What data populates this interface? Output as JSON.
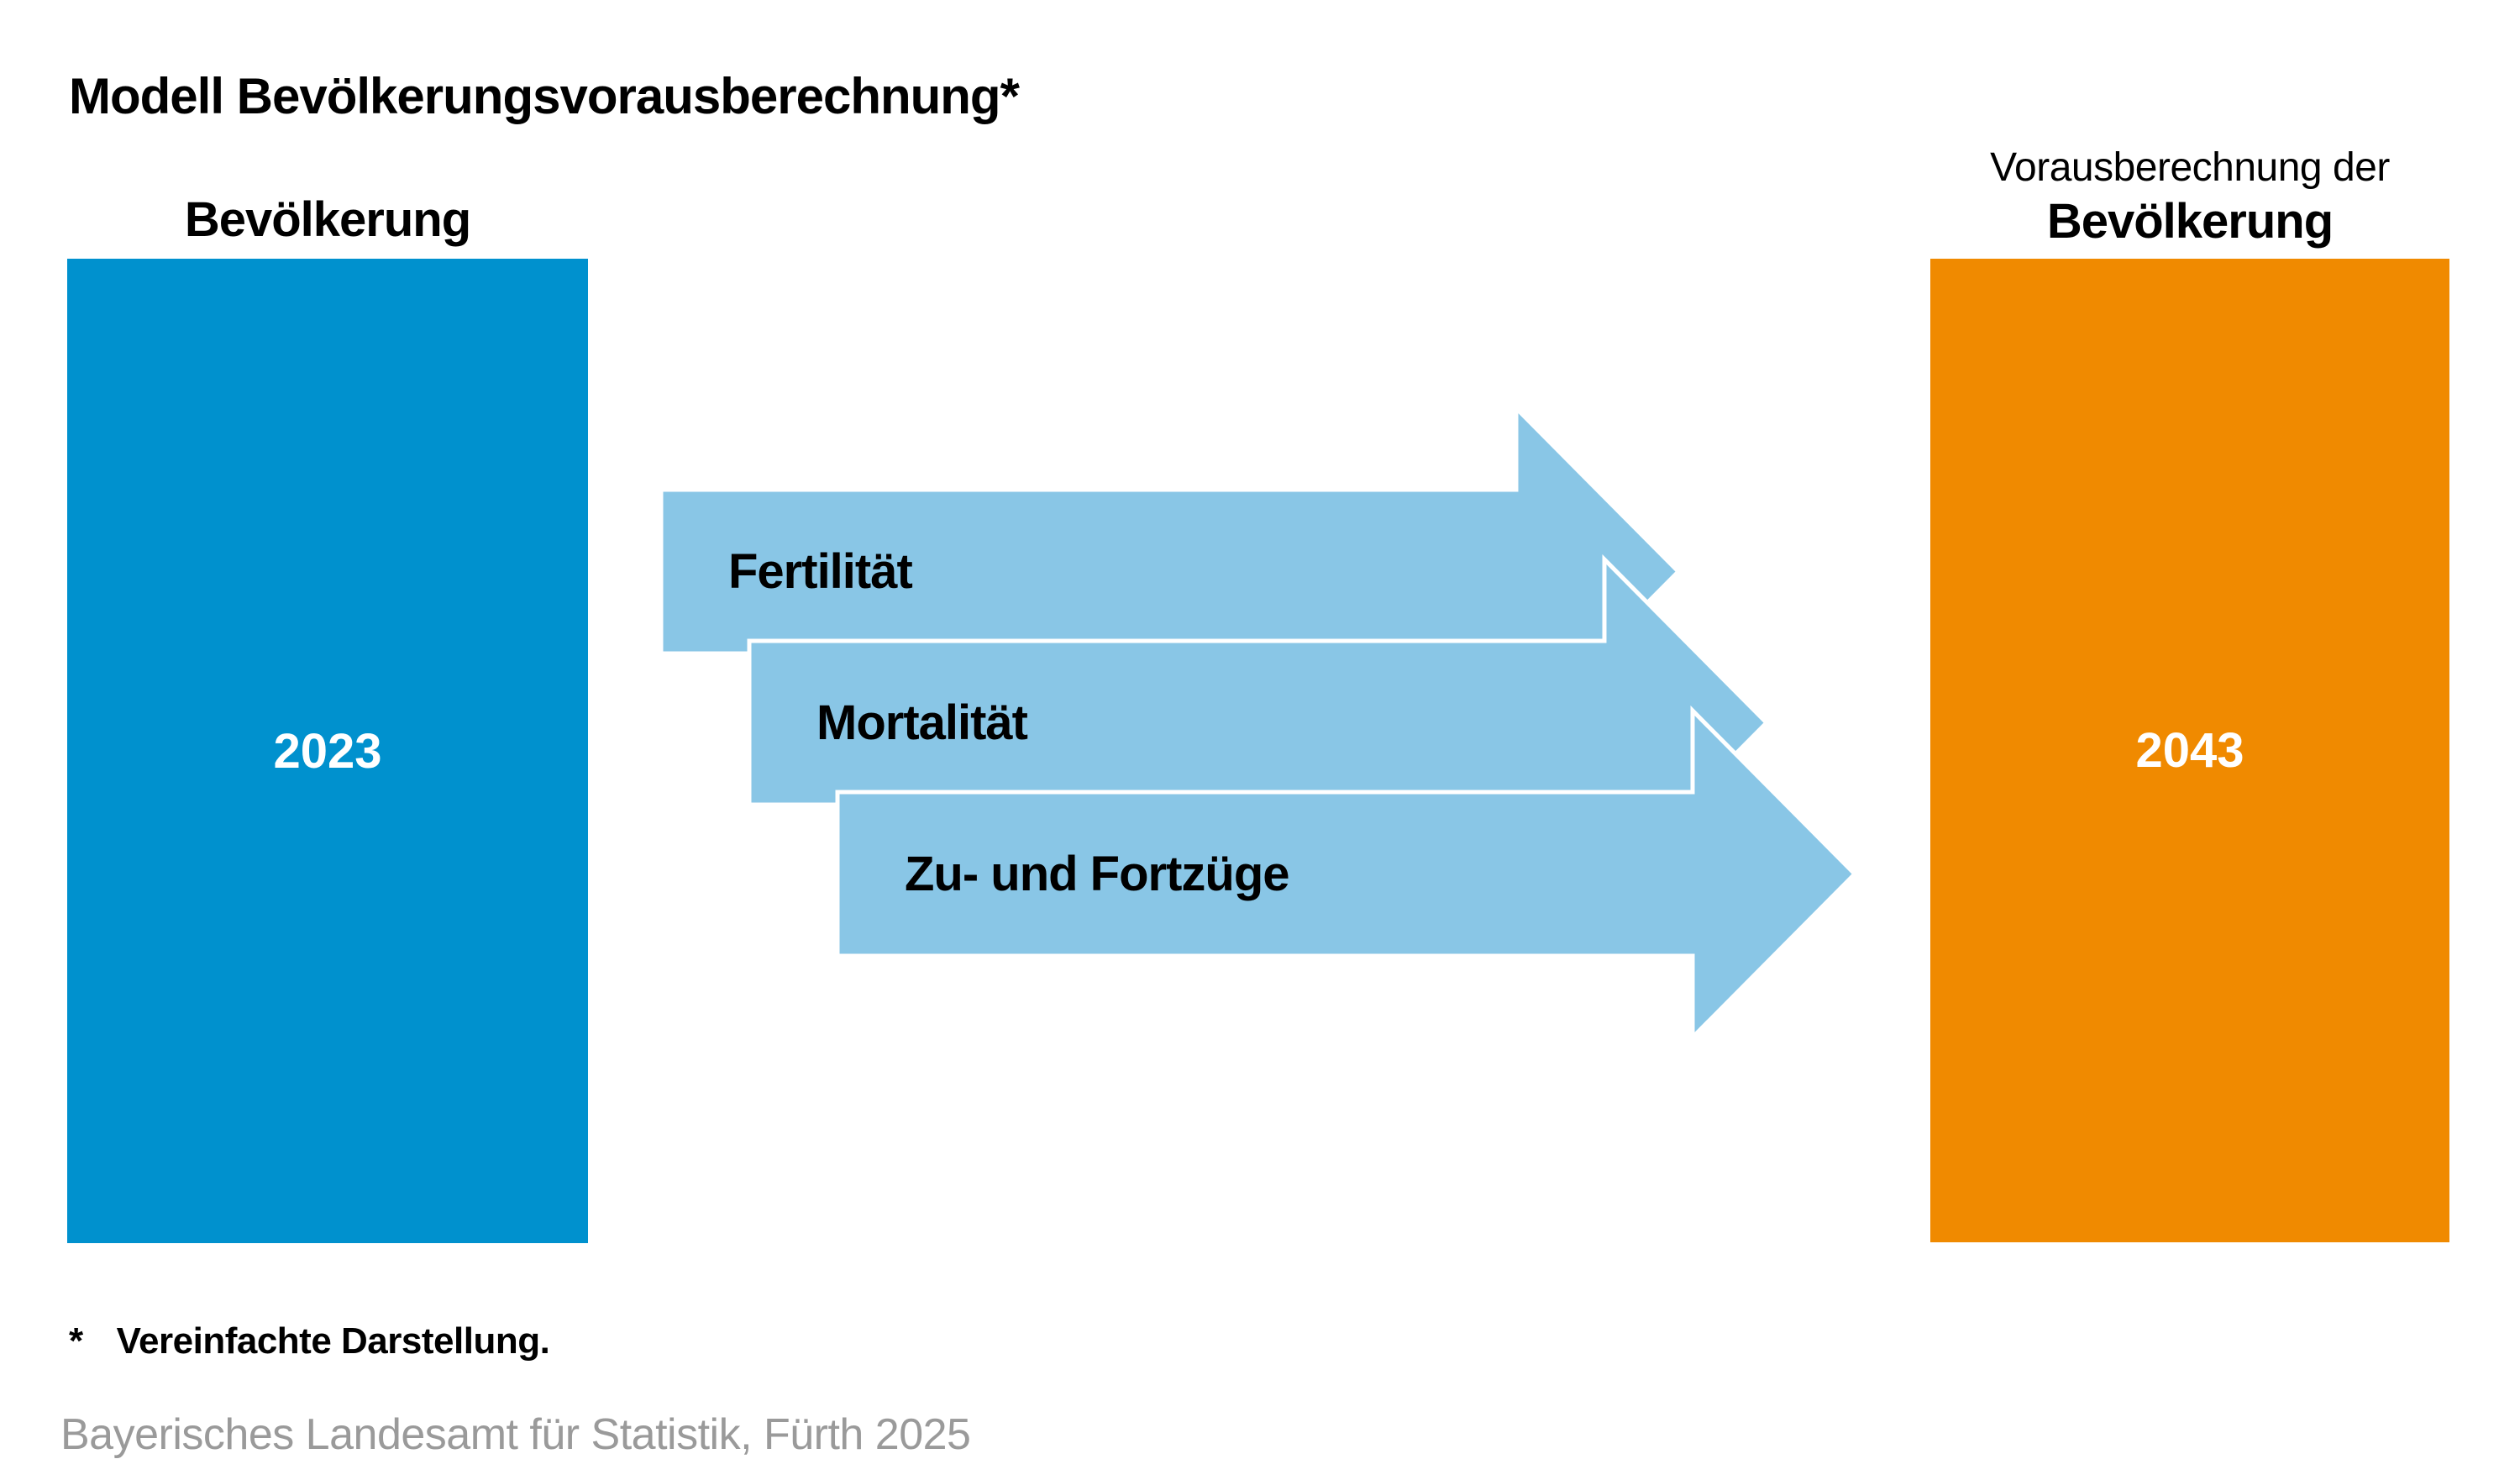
{
  "title": "Modell Bevölkerungsvorausberechnung*",
  "left_column": {
    "header": "Bevölkerung",
    "year_label": "2023"
  },
  "right_column": {
    "header_line1": "Vorausberechnung der",
    "header_line2": "Bevölkerung",
    "year_label": "2043"
  },
  "factors": [
    {
      "label": "Fertilität"
    },
    {
      "label": "Mortalität"
    },
    {
      "label": "Zu- und Fortzüge"
    }
  ],
  "footnote": {
    "marker": "*",
    "text": "Vereinfachte Darstellung."
  },
  "source": "Bayerisches Landesamt für Statistik, Fürth 2025",
  "colors": {
    "population_blue": "#0091CE",
    "projection_orange": "#F08A00",
    "factor_light_blue": "#89C6E6",
    "source_gray": "#9A9A9A"
  }
}
